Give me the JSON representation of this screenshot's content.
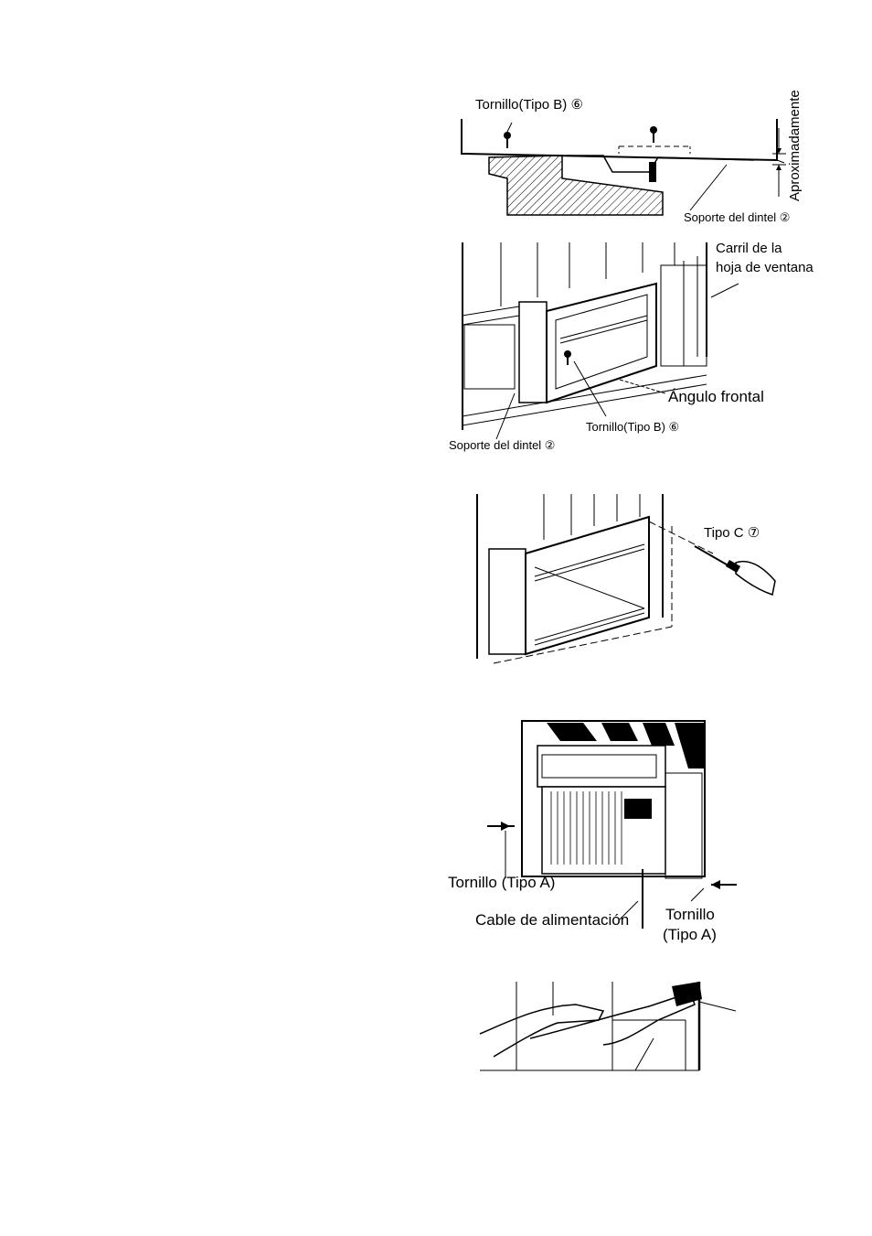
{
  "fig1": {
    "screw_label": "Tornillo(Tipo B) ⑥",
    "approx_label": "Aproximadamente",
    "bracket_label": "Soporte del dintel ②"
  },
  "fig2": {
    "rail_label_line1": "Carril de la",
    "rail_label_line2": "hoja de ventana",
    "angle_label": "Ángulo frontal",
    "screw_label": "Tornillo(Tipo B) ⑥",
    "bracket_label": "Soporte del dintel ②"
  },
  "fig3": {
    "screw_label": "Tipo C ⑦"
  },
  "fig4": {
    "screw_left_label": "Tornillo (Tipo A)",
    "cable_label": "Cable de alimentación",
    "screw_right_line1": "Tornillo",
    "screw_right_line2": "(Tipo A)"
  }
}
